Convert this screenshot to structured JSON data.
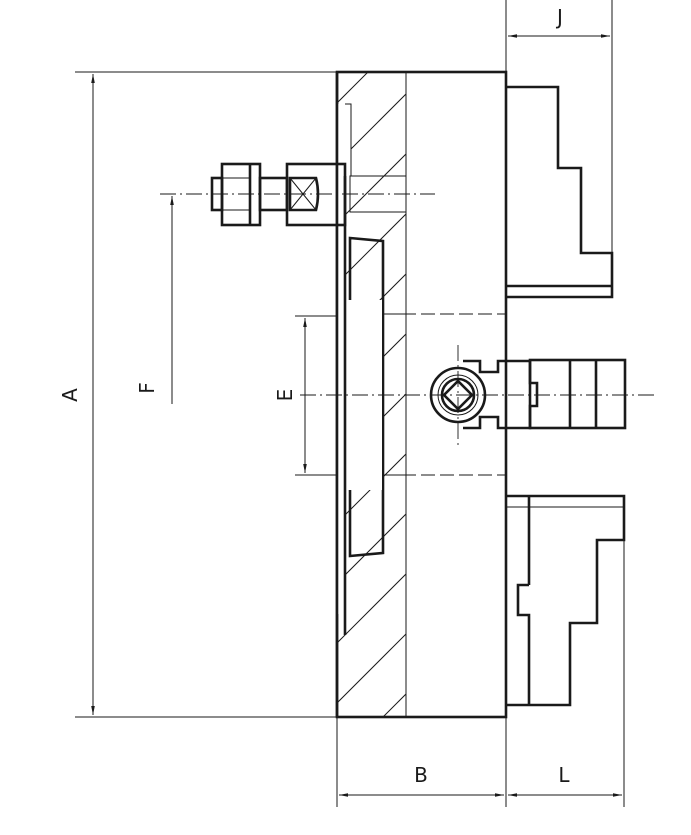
{
  "dimensions": {
    "A": "A",
    "B": "B",
    "E": "E",
    "F": "F",
    "J": "J",
    "L": "L"
  },
  "colors": {
    "line": "#1a1a1a",
    "background": "#ffffff"
  }
}
